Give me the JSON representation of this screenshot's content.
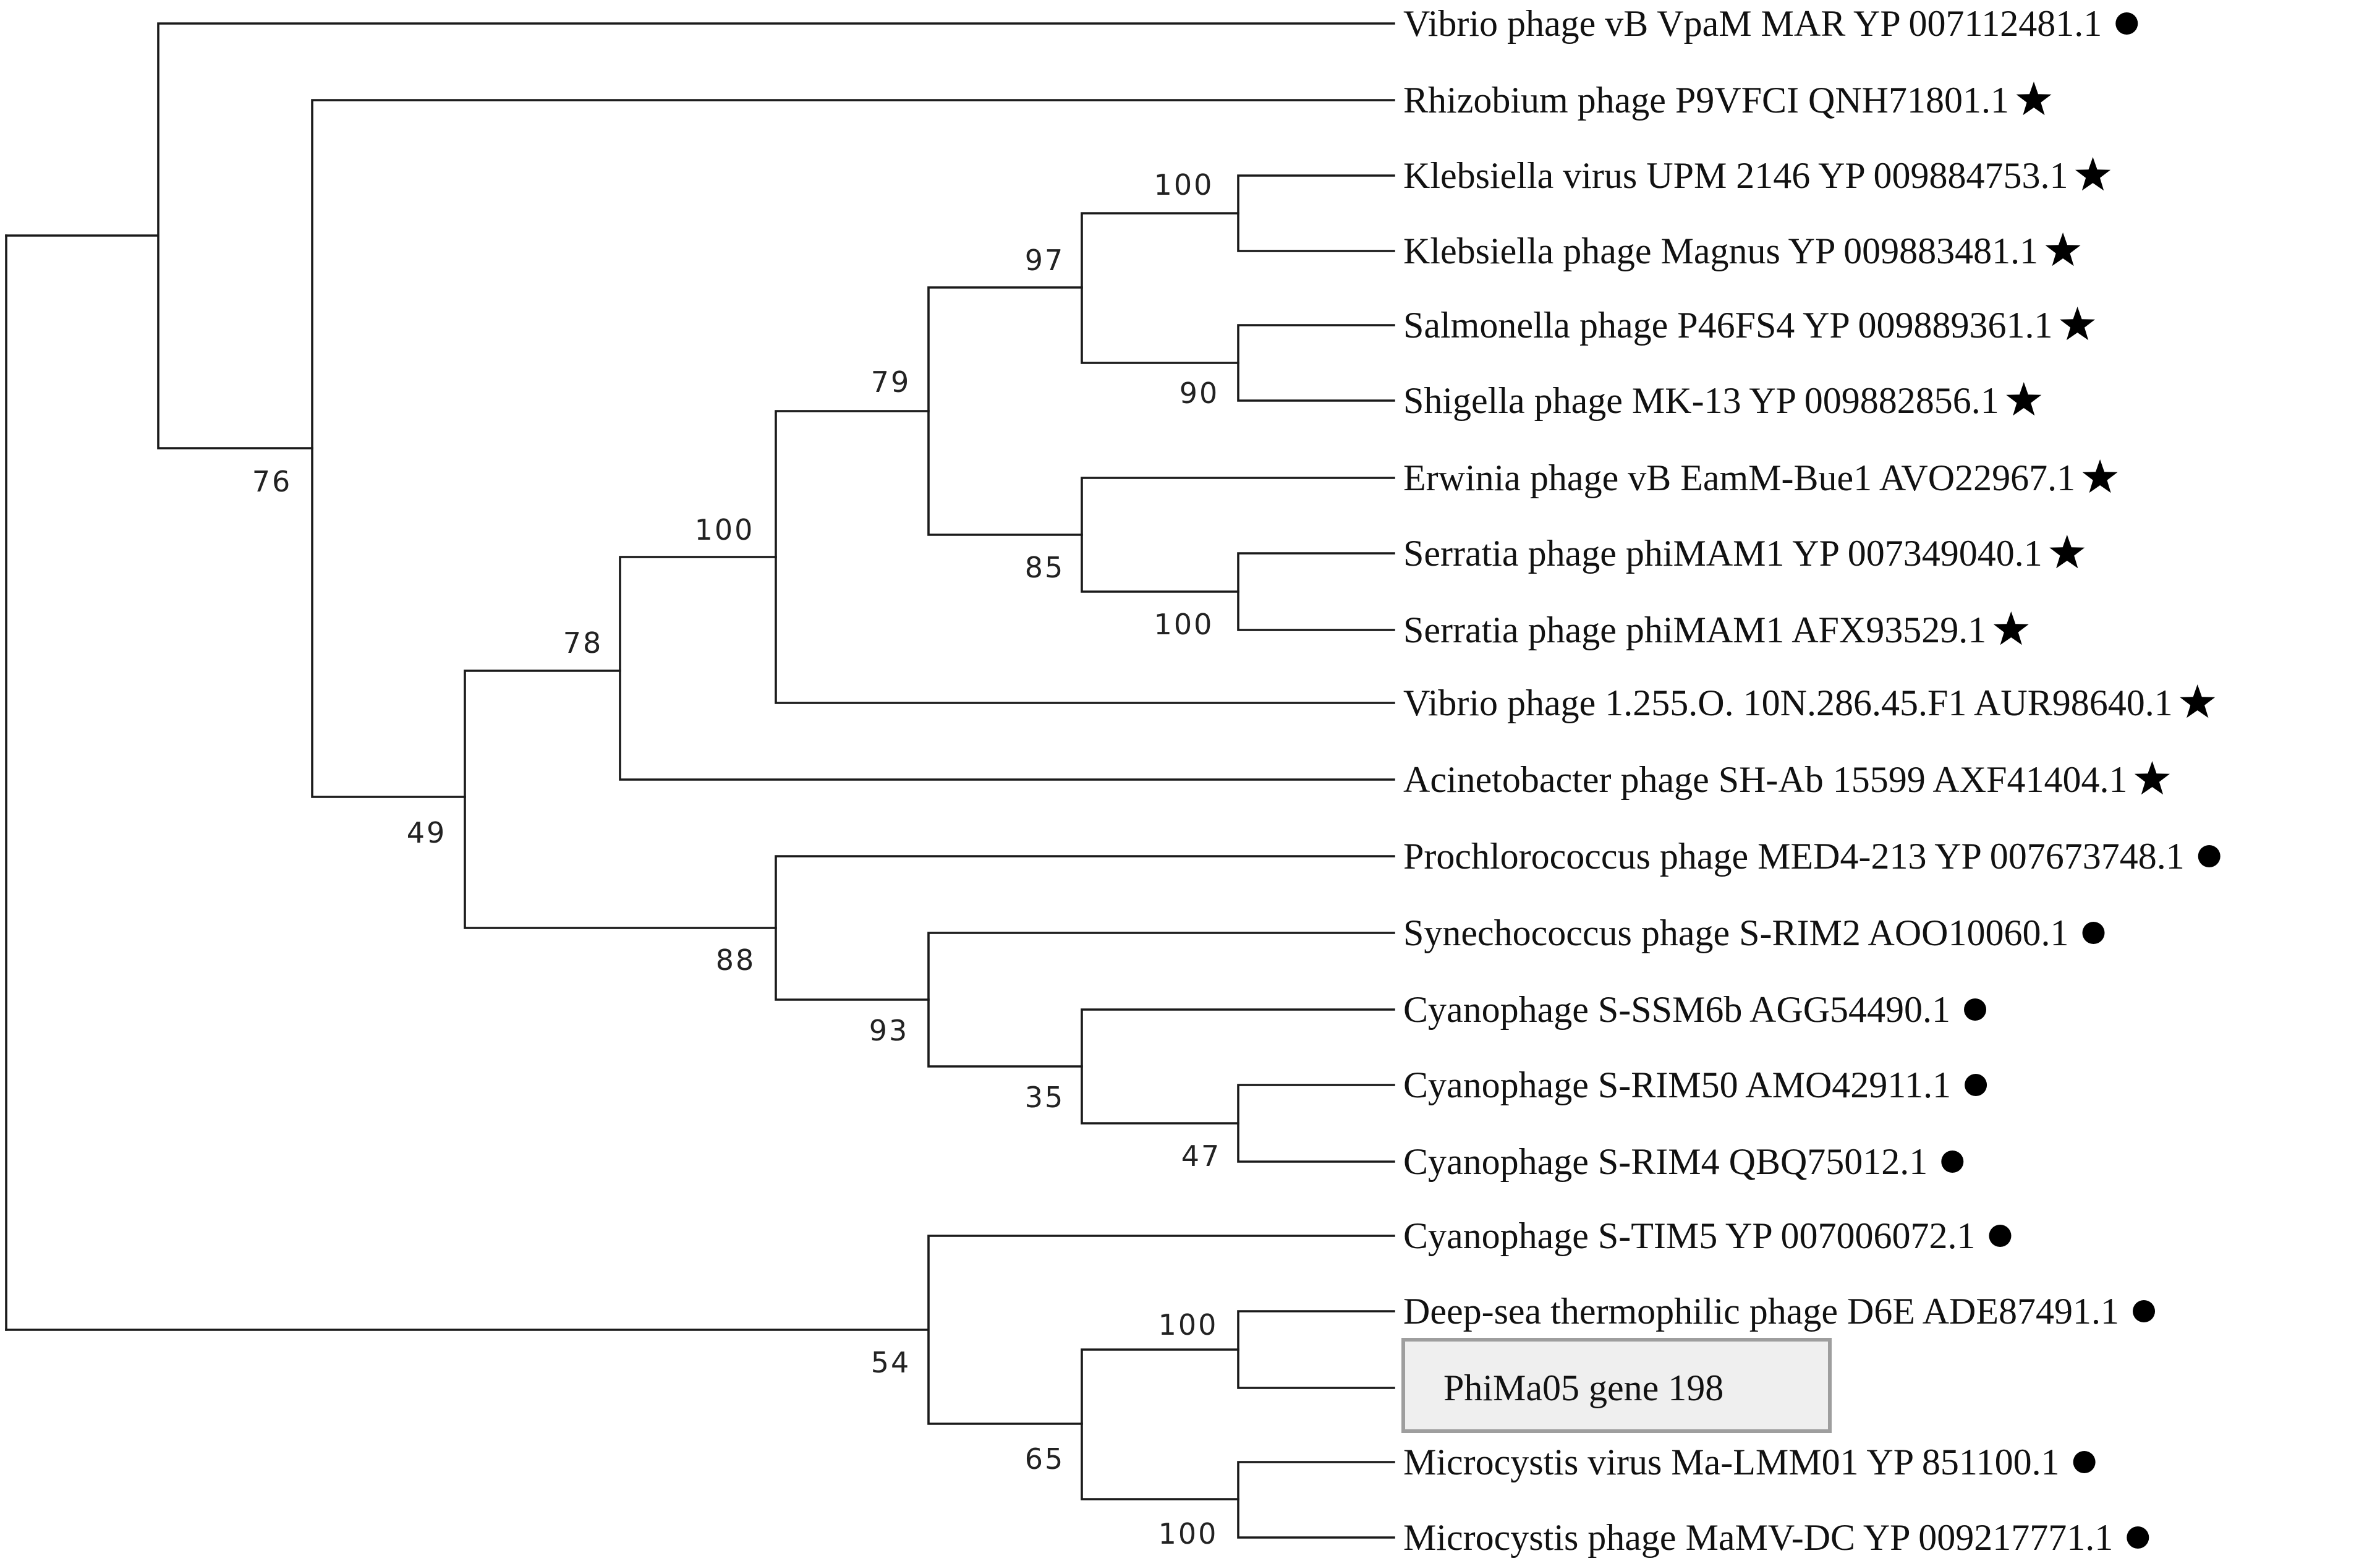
{
  "tree": {
    "leaves": [
      {
        "label": "Vibrio phage vB VpaM MAR YP 007112481.1",
        "marker": "circle"
      },
      {
        "label": "Rhizobium phage P9VFCI QNH71801.1",
        "marker": "star"
      },
      {
        "label": "Klebsiella virus UPM 2146 YP 009884753.1",
        "marker": "star"
      },
      {
        "label": "Klebsiella phage Magnus YP 009883481.1",
        "marker": "star"
      },
      {
        "label": "Salmonella phage P46FS4 YP 009889361.1",
        "marker": "star"
      },
      {
        "label": "Shigella phage MK-13 YP 009882856.1",
        "marker": "star"
      },
      {
        "label": "Erwinia phage vB EamM-Bue1 AVO22967.1",
        "marker": "star"
      },
      {
        "label": "Serratia phage phiMAM1 YP 007349040.1",
        "marker": "star"
      },
      {
        "label": "Serratia phage phiMAM1 AFX93529.1",
        "marker": "star"
      },
      {
        "label": "Vibrio phage 1.255.O. 10N.286.45.F1 AUR98640.1",
        "marker": "star"
      },
      {
        "label": "Acinetobacter phage SH-Ab 15599 AXF41404.1",
        "marker": "star"
      },
      {
        "label": "Prochlorococcus phage MED4-213 YP 007673748.1",
        "marker": "circle"
      },
      {
        "label": "Synechococcus phage S-RIM2 AOO10060.1",
        "marker": "circle"
      },
      {
        "label": "Cyanophage S-SSM6b AGG54490.1",
        "marker": "circle"
      },
      {
        "label": "Cyanophage S-RIM50 AMO42911.1",
        "marker": "circle"
      },
      {
        "label": "Cyanophage S-RIM4 QBQ75012.1",
        "marker": "circle"
      },
      {
        "label": "Cyanophage S-TIM5 YP 007006072.1",
        "marker": "circle"
      },
      {
        "label": "Deep-sea thermophilic phage D6E ADE87491.1",
        "marker": "circle"
      },
      {
        "label": "PhiMa05 gene 198",
        "marker": "none",
        "highlighted": true
      },
      {
        "label": "Microcystis virus Ma-LMM01 YP 851100.1",
        "marker": "circle"
      },
      {
        "label": "Microcystis phage MaMV-DC YP 009217771.1",
        "marker": "circle"
      }
    ],
    "support_values": {
      "klebsiella_pair": "100",
      "klebsiella_salmonella_shigella": "97",
      "salmonella_shigella": "90",
      "enterobacteria_clade": "79",
      "serratia_pair": "100",
      "erwinia_serratia": "85",
      "vibrio_enterobacteria": "100",
      "acinetobacter_clade": "78",
      "rhizobium_clade": "76",
      "main_clade": "49",
      "cyanophage_clade": "88",
      "synechococcus_clade": "93",
      "ssm6b_clade": "35",
      "rim50_rim4": "47",
      "outgroup_clade": "54",
      "d6e_phima05": "100",
      "microcystis_group": "65",
      "microcystis_pair": "100"
    },
    "colors": {
      "line": "#1a1a1a",
      "text": "#111111",
      "highlight_fill": "#efefef",
      "highlight_border": "#9e9e9e"
    }
  }
}
